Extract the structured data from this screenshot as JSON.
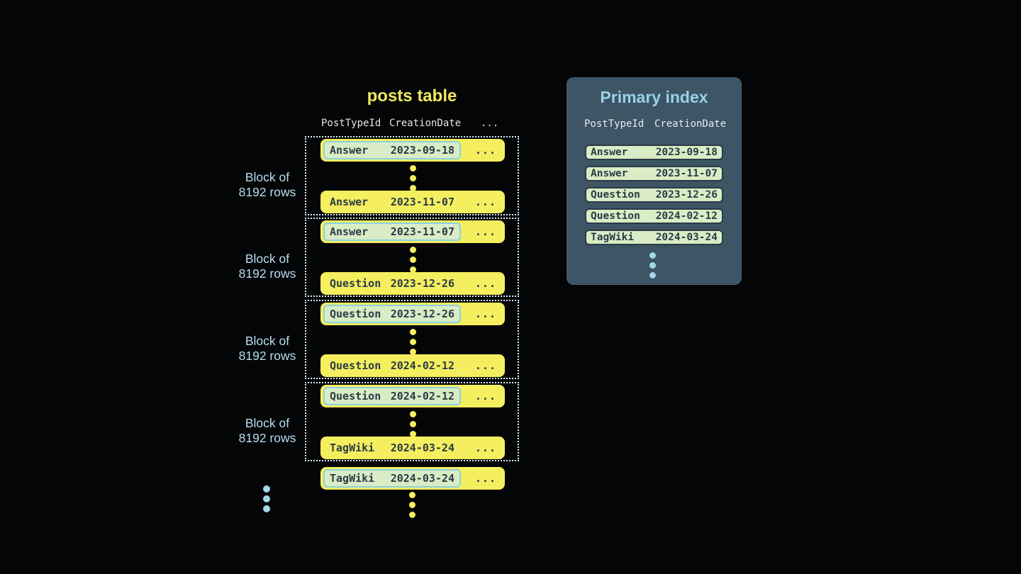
{
  "posts_table": {
    "title": "posts table",
    "columns": [
      "PostTypeId",
      "CreationDate",
      "..."
    ],
    "ellipsis": "...",
    "block_label": {
      "line1": "Block of",
      "line2": "8192 rows"
    },
    "blocks": [
      {
        "first_row": {
          "type": "Answer",
          "date": "2023-09-18"
        },
        "last_row": {
          "type": "Answer",
          "date": "2023-11-07"
        }
      },
      {
        "first_row": {
          "type": "Answer",
          "date": "2023-11-07"
        },
        "last_row": {
          "type": "Question",
          "date": "2023-12-26"
        }
      },
      {
        "first_row": {
          "type": "Question",
          "date": "2023-12-26"
        },
        "last_row": {
          "type": "Question",
          "date": "2024-02-12"
        }
      },
      {
        "first_row": {
          "type": "Question",
          "date": "2024-02-12"
        },
        "last_row": {
          "type": "TagWiki",
          "date": "2024-03-24"
        }
      }
    ],
    "overflow_row": {
      "type": "TagWiki",
      "date": "2024-03-24"
    }
  },
  "primary_index": {
    "title": "Primary index",
    "columns": [
      "PostTypeId",
      "CreationDate"
    ],
    "rows": [
      {
        "type": "Answer",
        "date": "2023-09-18"
      },
      {
        "type": "Answer",
        "date": "2023-11-07"
      },
      {
        "type": "Question",
        "date": "2023-12-26"
      },
      {
        "type": "Question",
        "date": "2024-02-12"
      },
      {
        "type": "TagWiki",
        "date": "2024-03-24"
      }
    ]
  },
  "colors": {
    "background": "#040506",
    "row_yellow": "#f5ee5f",
    "title_yellow": "#eee85f",
    "pill_green": "#d9ecc5",
    "pill_border_cyan": "#89d2e6",
    "dark_text": "#2b3b47",
    "panel_slate": "#3d5565",
    "index_title_blue": "#9ad2ea",
    "block_label_blue": "#b5dff1",
    "dotted_border": "#dceef5",
    "dot_blue": "#a3d7e9"
  }
}
